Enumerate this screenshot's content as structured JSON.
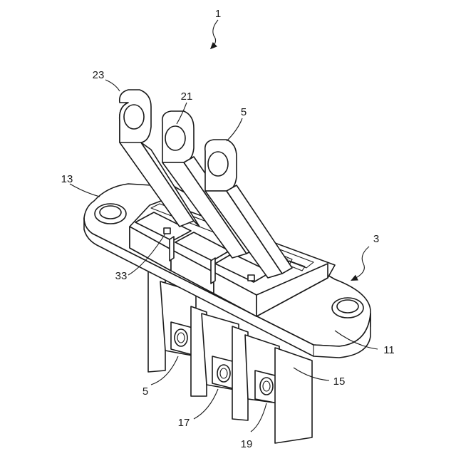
{
  "figure": {
    "assembly_ref": "1",
    "labels": {
      "housing": "3",
      "terminal_5_top": "5",
      "terminal_5_bottom": "5",
      "flange": "11",
      "mount_hole": "13",
      "wall": "15",
      "nut_17": "17",
      "nut_19": "19",
      "terminal_21": "21",
      "terminal_23": "23",
      "window_33": "33"
    }
  }
}
